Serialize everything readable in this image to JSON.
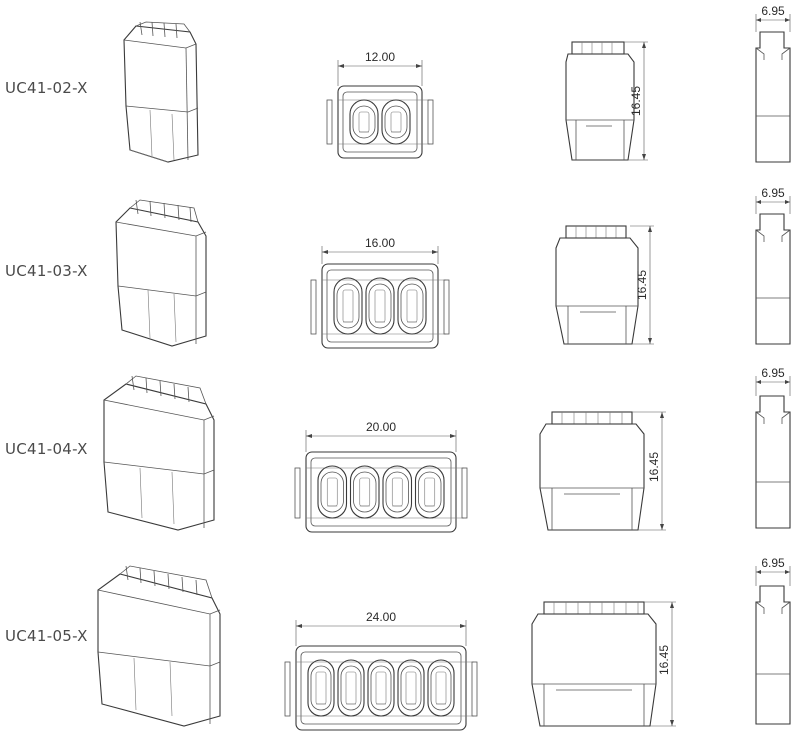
{
  "drawing": {
    "rows": [
      {
        "id": "UC41-02-X",
        "label": "UC41-02-X",
        "positions": 2,
        "width": "12.00",
        "height": "16.45",
        "depth": "6.95"
      },
      {
        "id": "UC41-03-X",
        "label": "UC41-03-X",
        "positions": 3,
        "width": "16.00",
        "height": "16.45",
        "depth": "6.95"
      },
      {
        "id": "UC41-04-X",
        "label": "UC41-04-X",
        "positions": 4,
        "width": "20.00",
        "height": "16.45",
        "depth": "6.95"
      },
      {
        "id": "UC41-05-X",
        "label": "UC41-05-X",
        "positions": 5,
        "width": "24.00",
        "height": "16.45",
        "depth": "6.95"
      }
    ],
    "colors": {
      "line": "#3a3a3a",
      "text": "#4a4a4a",
      "background": "#ffffff"
    }
  }
}
